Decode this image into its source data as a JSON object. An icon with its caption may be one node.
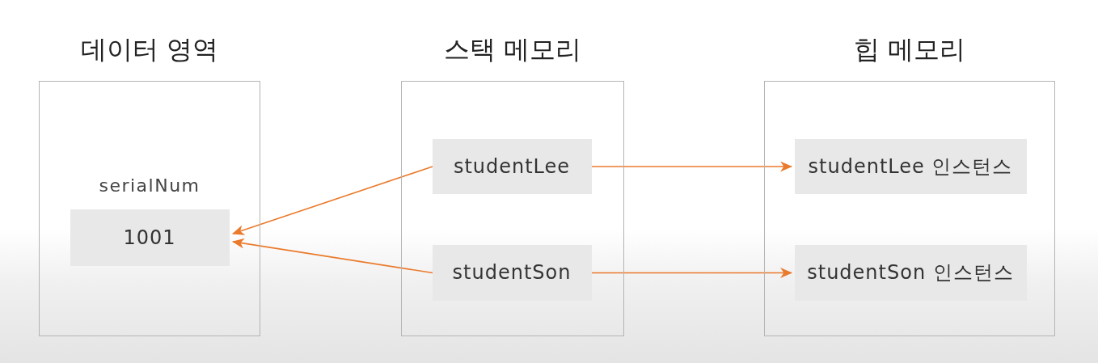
{
  "diagram": {
    "nodes": [
      {
        "text": [
          "데이터 영역"
        ]
      },
      {
        "text": [
          "serialNum",
          "1001"
        ],
        "in": 0
      },
      {
        "text": [
          "스택 메모리"
        ]
      },
      {
        "text": [
          "studentLee"
        ],
        "in": 2
      },
      {
        "text": [
          "studentSon"
        ],
        "in": 2
      },
      {
        "text": [
          "힙 메모리"
        ]
      },
      {
        "text": [
          "studentLee 인스턴스"
        ],
        "in": 5
      },
      {
        "text": [
          "studentSon 인스턴스"
        ],
        "in": 5
      }
    ],
    "edges": [
      {
        "from": 3,
        "to": 1,
        "arrow": "to"
      },
      {
        "from": 4,
        "to": 1,
        "arrow": "to"
      },
      {
        "from": 3,
        "to": 6,
        "arrow": "to"
      },
      {
        "from": 4,
        "to": 7,
        "arrow": "to"
      }
    ]
  }
}
